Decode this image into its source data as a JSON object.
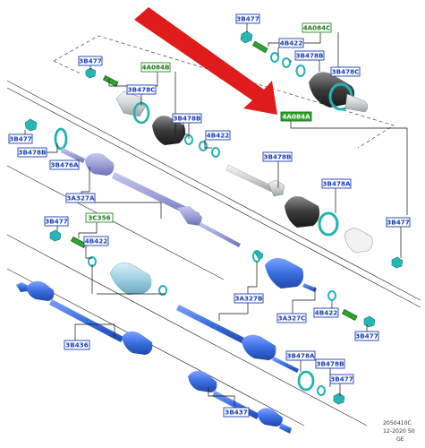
{
  "labels": {
    "top_3B477": "3B477",
    "top_4A084C": "4A084C",
    "top_4B422": "4B422",
    "top_3B478B": "3B478B",
    "top_3B478C": "3B478C",
    "left_3B477": "3B477",
    "left_4A084B": "4A084B",
    "left_3B478C": "3B478C",
    "left_3B478B": "3B478B",
    "left_4B422": "4B422",
    "mid_4A084A": "4A084A",
    "mid_3B478B": "3B478B",
    "mid_3B478A": "3B478A",
    "mid_3B477": "3B477",
    "side_3B477": "3B477",
    "side_3B478B": "3B478B",
    "side_3B476A": "3B476A",
    "shaft_3A327A": "3A327A",
    "row3_3B477": "3B477",
    "row3_3C356": "3C356",
    "row3_4B422": "4B422",
    "row3_3A327B": "3A327B",
    "row3_3A327C": "3A327C",
    "row3_4B422b": "4B422",
    "row3_3B477b": "3B477",
    "bot_3B436": "3B436",
    "bot_3B478A": "3B478A",
    "bot_3B478B": "3B478B",
    "bot_3B477": "3B477",
    "bot_3B437": "3B437"
  },
  "reference": {
    "code": "2050410C",
    "date": "12-2020 50",
    "region": "GE"
  },
  "colors": {
    "arrow": "#e01b1b",
    "tag_blue": "#1a3fb0",
    "tag_green": "#2a8a2a",
    "part_teal": "#2ab5b5",
    "shaft_lavender": "#9da0d8",
    "shaft_blue": "#3a6ee0",
    "boot_dark": "#3a3a3a",
    "silver": "#cfd3d6"
  }
}
